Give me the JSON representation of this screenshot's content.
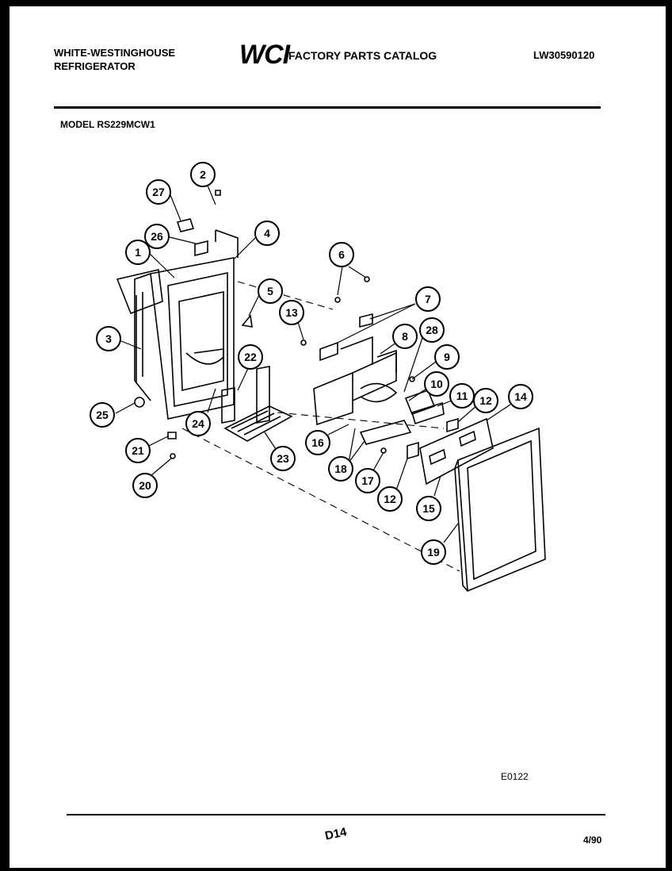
{
  "header": {
    "brand_line1": "WHITE-WESTINGHOUSE",
    "brand_line2": "REFRIGERATOR",
    "logo_text": "WCI",
    "catalog_title": "FACTORY PARTS CATALOG",
    "catalog_number": "LW30590120",
    "model_label": "MODEL RS229MCW1"
  },
  "footer": {
    "diagram_code": "E0122",
    "page_code": "D14",
    "date": "4/90"
  },
  "callouts": [
    "1",
    "2",
    "3",
    "4",
    "5",
    "6",
    "7",
    "8",
    "9",
    "10",
    "11",
    "12",
    "12",
    "13",
    "14",
    "15",
    "16",
    "17",
    "18",
    "19",
    "20",
    "21",
    "22",
    "23",
    "24",
    "25",
    "26",
    "27",
    "28"
  ]
}
